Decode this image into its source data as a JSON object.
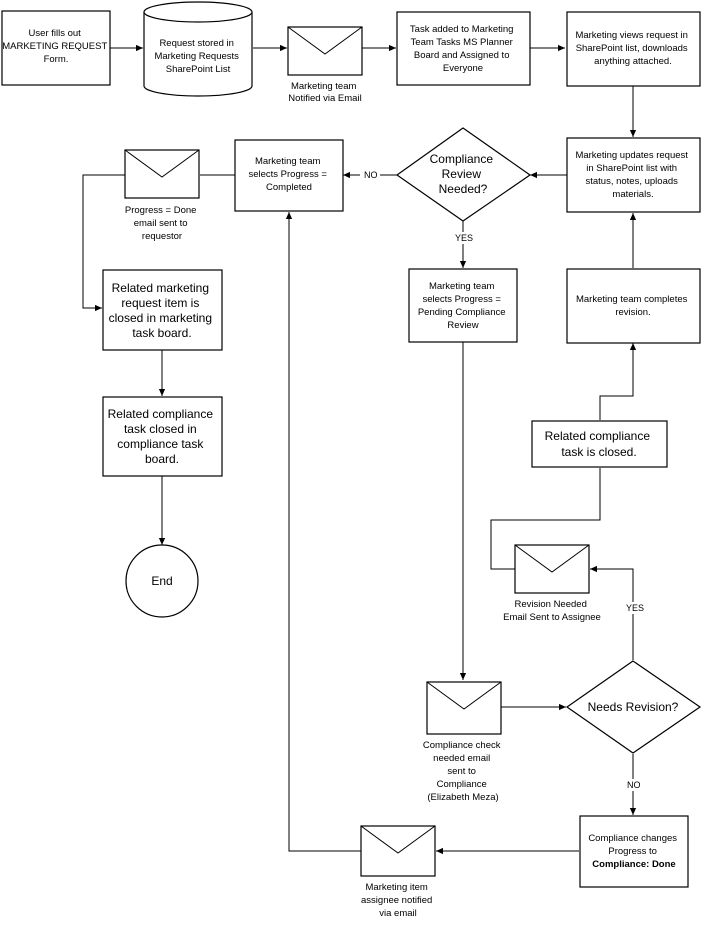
{
  "nodes": {
    "user_fills_form": [
      "User fills out",
      "MARKETING REQUEST",
      "Form."
    ],
    "request_stored": [
      "Request stored in",
      "Marketing Requests",
      "SharePoint List"
    ],
    "team_notified_email": [
      "Marketing team",
      "Notified via Email"
    ],
    "task_added": [
      "Task added to Marketing",
      "Team Tasks MS Planner",
      "Board and Assigned to",
      "Everyone"
    ],
    "views_request": [
      "Marketing views request in",
      "SharePoint list, downloads",
      "anything attached."
    ],
    "updates_request": [
      "Marketing updates request",
      "in SharePoint list with",
      "status, notes, uploads",
      "materials."
    ],
    "compliance_review_decision": [
      "Compliance",
      "Review",
      "Needed?"
    ],
    "selects_completed": [
      "Marketing team",
      "selects Progress =",
      "Completed"
    ],
    "progress_done_email": [
      "Progress = Done",
      "email sent to",
      "requestor"
    ],
    "related_item_closed": [
      "Related marketing",
      "request item is",
      "closed in marketing",
      "task board."
    ],
    "compliance_task_closed_board": [
      "Related compliance",
      "task closed in",
      "compliance task",
      "board."
    ],
    "end": "End",
    "selects_pending": [
      "Marketing team",
      "selects Progress =",
      "Pending Compliance",
      "Review"
    ],
    "team_completes_revision": [
      "Marketing team completes",
      "revision."
    ],
    "compliance_task_is_closed": [
      "Related compliance",
      "task is closed."
    ],
    "revision_needed_email": [
      "Revision Needed",
      "Email Sent to Assignee"
    ],
    "compliance_check_email": [
      "Compliance check",
      "needed email",
      "sent to",
      "Compliance",
      "(Elizabeth Meza)"
    ],
    "needs_revision_decision": "Needs Revision?",
    "compliance_changes": [
      "Compliance changes",
      "Progress to"
    ],
    "compliance_changes_bold": "Compliance: Done",
    "assignee_notified_email": [
      "Marketing item",
      "assignee notified",
      "via email"
    ]
  },
  "edge_labels": {
    "no_review": "NO",
    "yes_review": "YES",
    "yes_revision": "YES",
    "no_revision": "NO"
  }
}
